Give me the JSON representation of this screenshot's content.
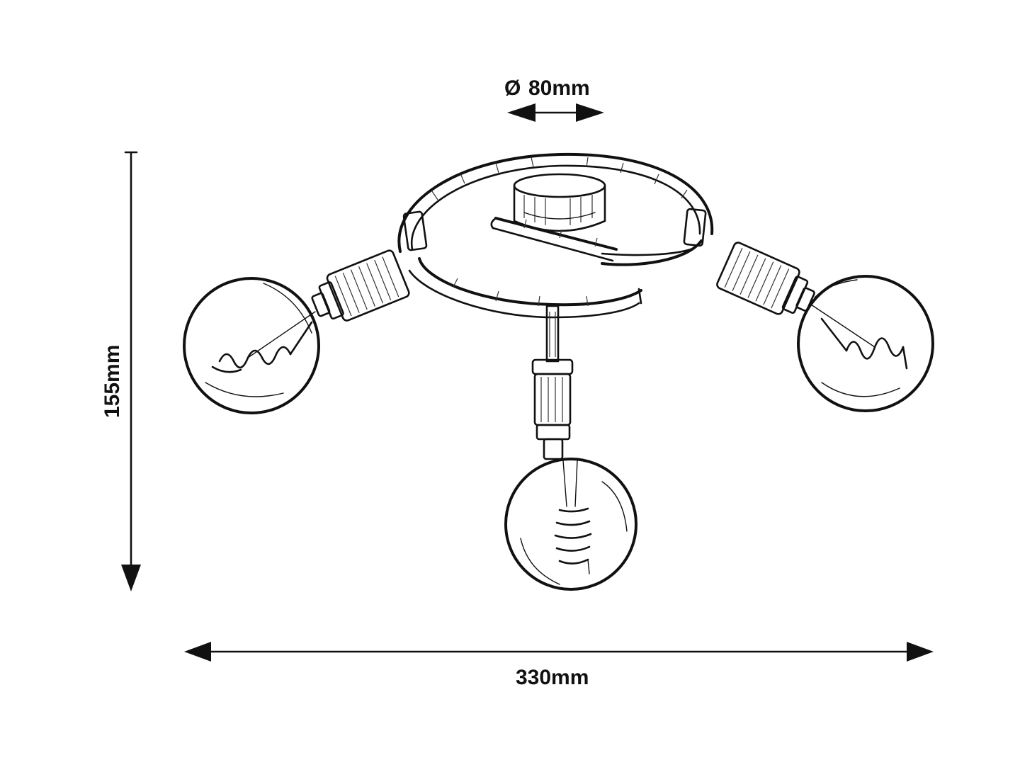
{
  "dimensions": {
    "diameter": {
      "symbol": "Ø",
      "label": "80mm"
    },
    "height": {
      "label": "155mm"
    },
    "width": {
      "label": "330mm"
    }
  },
  "colors": {
    "line": "#111111",
    "background": "#ffffff"
  }
}
